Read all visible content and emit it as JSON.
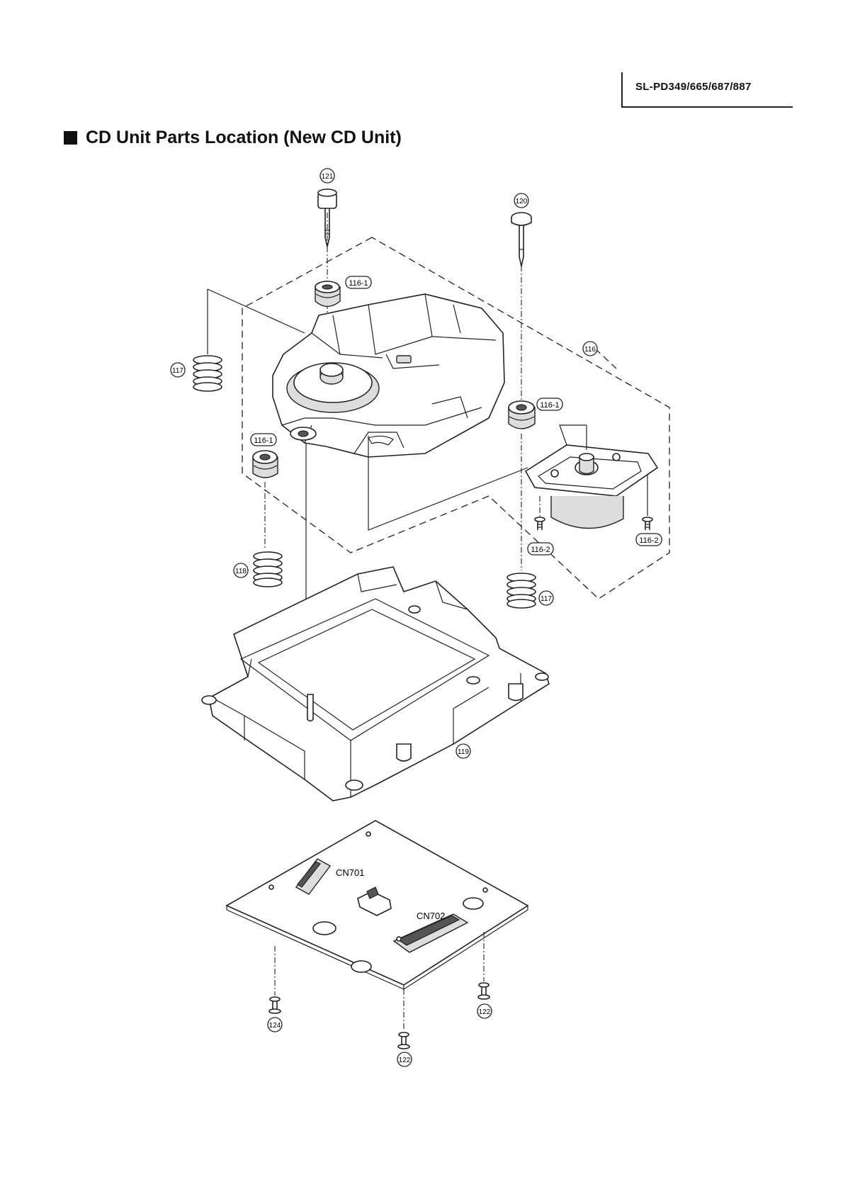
{
  "header": {
    "model": "SL-PD349/665/687/887"
  },
  "section": {
    "title": "CD Unit Parts Location (New CD Unit)"
  },
  "callouts": {
    "c121": "121",
    "c120": "120",
    "c116_1_top": "116-1",
    "c116": "116",
    "c117_left": "117",
    "c116_1_right": "116-1",
    "c116_1_left": "116-1",
    "c118": "118",
    "c116_2_a": "116-2",
    "c116_2_b": "116-2",
    "c117_right": "117",
    "c119": "119",
    "c124": "124",
    "c122_a": "122",
    "c122_b": "122"
  },
  "connectors": {
    "cn701": "CN701",
    "cn702": "CN702"
  }
}
